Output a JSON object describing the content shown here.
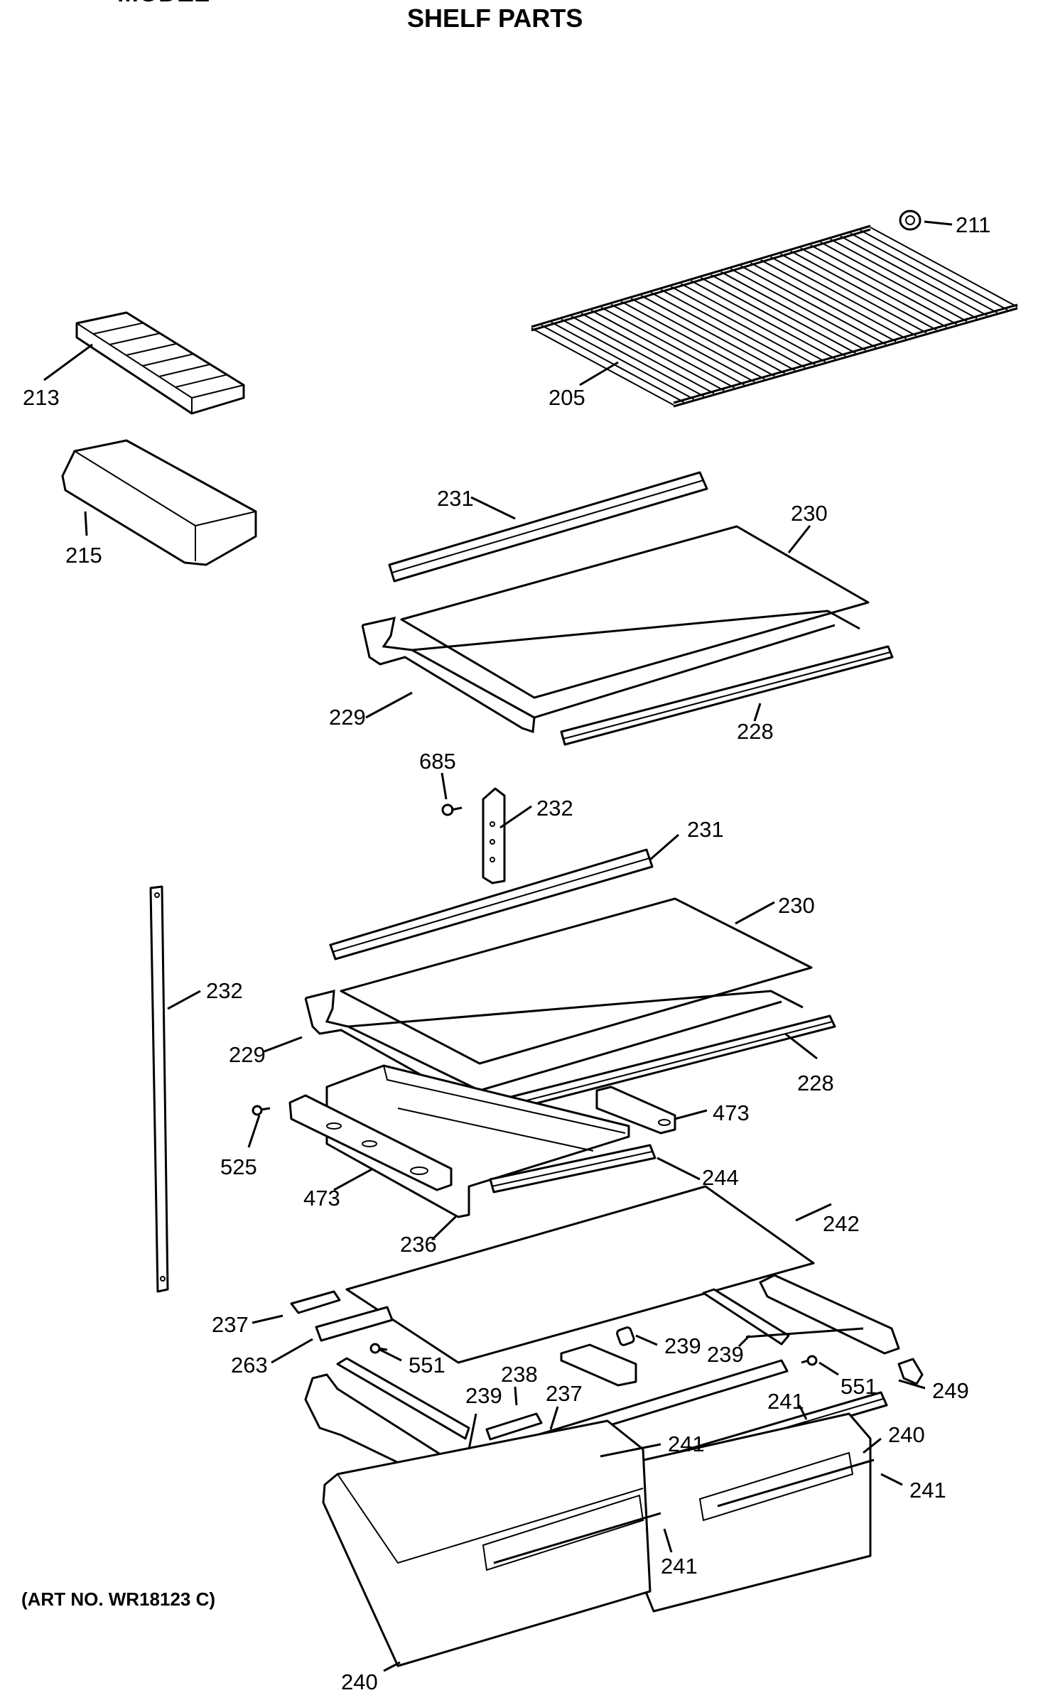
{
  "header": {
    "title": "SHELF PARTS",
    "clipped_text": "MODEL"
  },
  "art_number": "(ART NO. WR18123 C)",
  "callouts": [
    "211",
    "213",
    "205",
    "215",
    "231",
    "230",
    "229",
    "228",
    "685",
    "232",
    "231",
    "230",
    "232",
    "229",
    "228",
    "473",
    "525",
    "244",
    "473",
    "242",
    "236",
    "237",
    "239",
    "263",
    "551",
    "238",
    "237",
    "239",
    "239",
    "551",
    "249",
    "241",
    "240",
    "241",
    "241",
    "241",
    "240"
  ]
}
